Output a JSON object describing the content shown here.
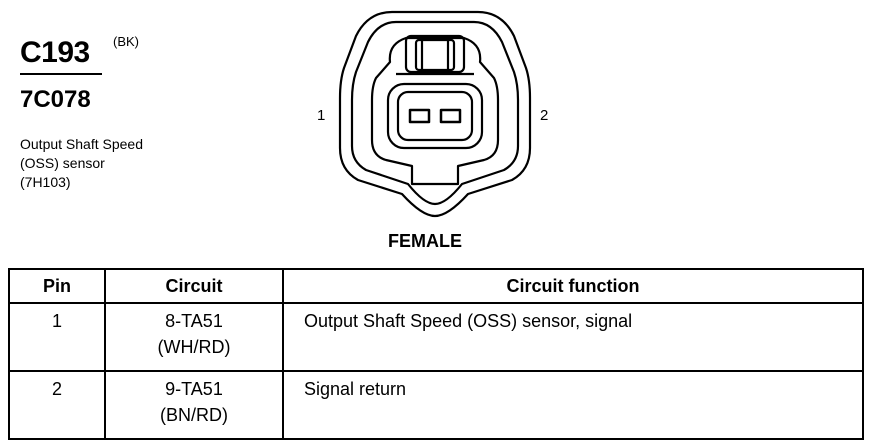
{
  "connector": {
    "id": "C193",
    "color_code": "(BK)",
    "part_number": "7C078",
    "description_lines": [
      "Output Shaft Speed",
      "(OSS) sensor",
      "(7H103)"
    ]
  },
  "diagram": {
    "pin_labels": [
      "1",
      "2"
    ],
    "view": "FEMALE"
  },
  "table": {
    "headers": [
      "Pin",
      "Circuit",
      "Circuit function"
    ],
    "rows": [
      {
        "pin": "1",
        "circuit": "8-TA51",
        "wire": "(WH/RD)",
        "function": "Output Shaft Speed (OSS) sensor, signal"
      },
      {
        "pin": "2",
        "circuit": "9-TA51",
        "wire": "(BN/RD)",
        "function": "Signal return"
      }
    ]
  }
}
